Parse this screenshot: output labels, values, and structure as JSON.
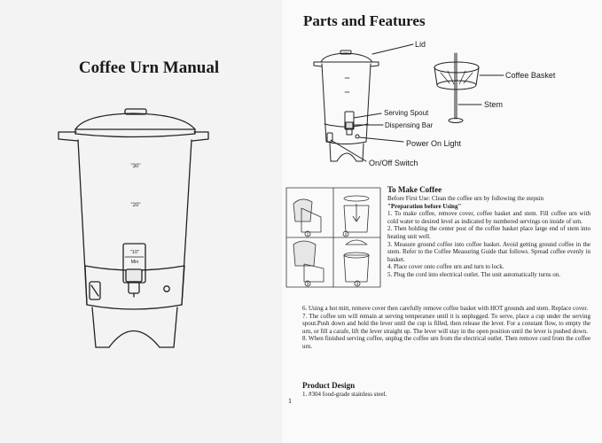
{
  "left_page": {
    "title": "Coffee Urn Manual",
    "markings": {
      "level_30": "\"30\"",
      "level_20": "\"20\"",
      "window_level": "\"10\"",
      "window_min": "Min"
    }
  },
  "right_page": {
    "title": "Parts and Features",
    "parts": {
      "lid": "Lid",
      "coffee_basket": "Coffee Basket",
      "stem": "Stem",
      "serving_spout": "Serving Spout",
      "dispensing_bar": "Dispensing Bar",
      "power_on_light": "Power On Light",
      "on_off_switch": "On/Off Switch"
    },
    "step_numbers": [
      "1",
      "2",
      "3",
      "4"
    ],
    "to_make_coffee": {
      "heading": "To Make Coffee",
      "intro_lines": [
        {
          "text": "Before First Use: Clean the coffee urn by following the stepsin",
          "bold": false
        },
        {
          "text": "\"Preparation before Using\"",
          "bold": true
        }
      ],
      "steps_narrow": [
        "1. To make coffee, remove cover, coffee basket and stem. Fill coffee urn with cold water to desired level as indicated by numbered servings on inside of urn.",
        "2. Then holding the center post of the coffee basket place large end of stem into heating unit well.",
        "3. Measure ground coffee into coffee basket. Avoid getting ground coffee in the stem. Refer to the Coffee Measuring Guide that follows. Spread coffee evenly in basket.",
        "4. Place cover onto coffee urn and turn to lock.",
        "5. Plug the cord into electrical outlet. The unit automatically turns on."
      ],
      "steps_wide": [
        "6. Using a hot mitt, remove cover then carefully remove coffee basket with HOT grounds and stem. Replace cover.",
        "7. The coffee urn will remain at serving temperature until it is unplugged. To serve, place a cup under the serving spout.Push down and hold the lever until the cup is filled, then release the lever. For a constant flow, to empty the urn, or fill a carafe, lift the lever straight up. The lever will stay in the open position until the lever is pushed down.",
        "8. When finished serving coffee, unplug the coffee urn from the electrical outlet. Then remove cord from the coffee urn."
      ]
    },
    "product_design": {
      "heading": "Product Design",
      "items": [
        "1. #304 food-grade stainless steel."
      ]
    },
    "page_number": "1"
  }
}
